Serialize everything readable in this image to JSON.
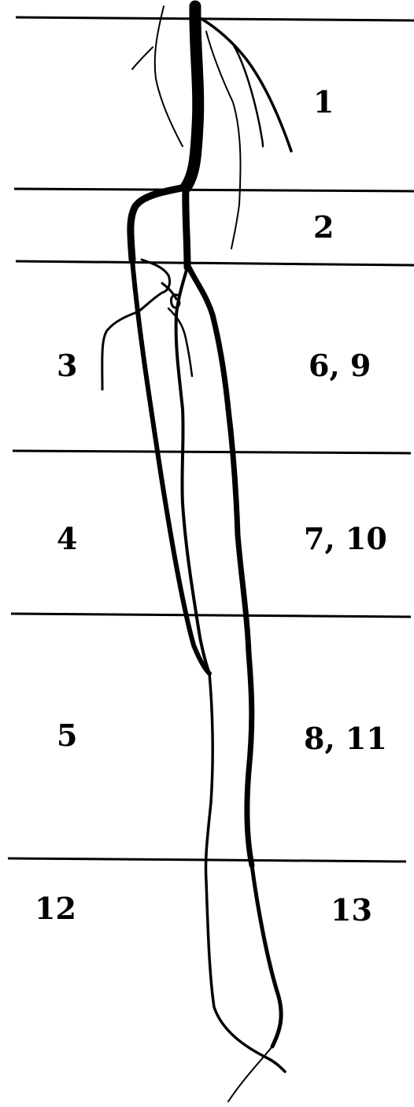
{
  "diagram": {
    "segment_labels": {
      "s1": "1",
      "s2": "2",
      "s3": "3",
      "s6_9": "6, 9",
      "s4": "4",
      "s7_10": "7, 10",
      "s5": "5",
      "s8_11": "8, 11",
      "s12": "12",
      "s13": "13"
    },
    "colors": {
      "ink": "#000000",
      "background": "#ffffff"
    }
  }
}
